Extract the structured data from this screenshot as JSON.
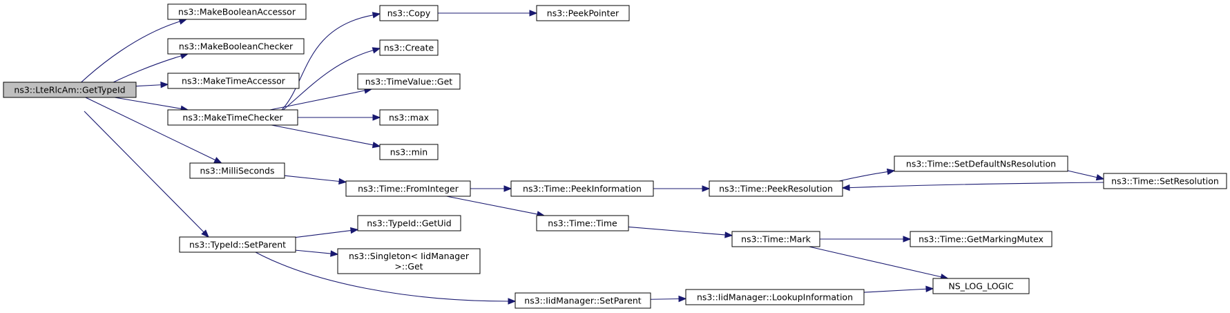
{
  "graph": {
    "nodes": [
      {
        "id": "getTypeId",
        "lines": [
          "ns3::LteRlcAm::GetTypeId"
        ],
        "root": true
      },
      {
        "id": "makeBoolAcc",
        "lines": [
          "ns3::MakeBooleanAccessor"
        ]
      },
      {
        "id": "makeBoolChk",
        "lines": [
          "ns3::MakeBooleanChecker"
        ]
      },
      {
        "id": "makeTimeAcc",
        "lines": [
          "ns3::MakeTimeAccessor"
        ]
      },
      {
        "id": "makeTimeChk",
        "lines": [
          "ns3::MakeTimeChecker"
        ]
      },
      {
        "id": "milliSeconds",
        "lines": [
          "ns3::MilliSeconds"
        ]
      },
      {
        "id": "typeIdSetParent",
        "lines": [
          "ns3::TypeId::SetParent"
        ]
      },
      {
        "id": "copy",
        "lines": [
          "ns3::Copy"
        ]
      },
      {
        "id": "create",
        "lines": [
          "ns3::Create"
        ]
      },
      {
        "id": "timeValueGet",
        "lines": [
          "ns3::TimeValue::Get"
        ]
      },
      {
        "id": "max",
        "lines": [
          "ns3::max"
        ]
      },
      {
        "id": "min",
        "lines": [
          "ns3::min"
        ]
      },
      {
        "id": "peekPointer",
        "lines": [
          "ns3::PeekPointer"
        ]
      },
      {
        "id": "fromInteger",
        "lines": [
          "ns3::Time::FromInteger"
        ]
      },
      {
        "id": "getUid",
        "lines": [
          "ns3::TypeId::GetUid"
        ]
      },
      {
        "id": "singletonGet",
        "lines": [
          "ns3::Singleton< IidManager",
          ">::Get"
        ]
      },
      {
        "id": "iidSetParent",
        "lines": [
          "ns3::IidManager::SetParent"
        ]
      },
      {
        "id": "peekInformation",
        "lines": [
          "ns3::Time::PeekInformation"
        ]
      },
      {
        "id": "timeTime",
        "lines": [
          "ns3::Time::Time"
        ]
      },
      {
        "id": "lookupInformation",
        "lines": [
          "ns3::IidManager::LookupInformation"
        ]
      },
      {
        "id": "peekResolution",
        "lines": [
          "ns3::Time::PeekResolution"
        ]
      },
      {
        "id": "mark",
        "lines": [
          "ns3::Time::Mark"
        ]
      },
      {
        "id": "setDefaultNsRes",
        "lines": [
          "ns3::Time::SetDefaultNsResolution"
        ]
      },
      {
        "id": "getMarkingMutex",
        "lines": [
          "ns3::Time::GetMarkingMutex"
        ]
      },
      {
        "id": "nsLogLogic",
        "lines": [
          "NS_LOG_LOGIC"
        ]
      },
      {
        "id": "setResolution",
        "lines": [
          "ns3::Time::SetResolution"
        ]
      }
    ],
    "edges": [
      {
        "from": "getTypeId",
        "to": "makeBoolAcc"
      },
      {
        "from": "getTypeId",
        "to": "makeBoolChk"
      },
      {
        "from": "getTypeId",
        "to": "makeTimeAcc"
      },
      {
        "from": "getTypeId",
        "to": "makeTimeChk"
      },
      {
        "from": "getTypeId",
        "to": "milliSeconds"
      },
      {
        "from": "getTypeId",
        "to": "typeIdSetParent"
      },
      {
        "from": "makeTimeChk",
        "to": "copy"
      },
      {
        "from": "makeTimeChk",
        "to": "create"
      },
      {
        "from": "makeTimeChk",
        "to": "timeValueGet"
      },
      {
        "from": "makeTimeChk",
        "to": "max"
      },
      {
        "from": "makeTimeChk",
        "to": "min"
      },
      {
        "from": "copy",
        "to": "peekPointer"
      },
      {
        "from": "milliSeconds",
        "to": "fromInteger"
      },
      {
        "from": "fromInteger",
        "to": "peekInformation"
      },
      {
        "from": "fromInteger",
        "to": "timeTime"
      },
      {
        "from": "peekInformation",
        "to": "peekResolution"
      },
      {
        "from": "peekResolution",
        "to": "setDefaultNsRes"
      },
      {
        "from": "setDefaultNsRes",
        "to": "setResolution"
      },
      {
        "from": "setResolution",
        "to": "peekResolution"
      },
      {
        "from": "timeTime",
        "to": "mark"
      },
      {
        "from": "mark",
        "to": "getMarkingMutex"
      },
      {
        "from": "mark",
        "to": "nsLogLogic"
      },
      {
        "from": "typeIdSetParent",
        "to": "getUid"
      },
      {
        "from": "typeIdSetParent",
        "to": "singletonGet"
      },
      {
        "from": "typeIdSetParent",
        "to": "iidSetParent"
      },
      {
        "from": "iidSetParent",
        "to": "lookupInformation"
      },
      {
        "from": "lookupInformation",
        "to": "nsLogLogic"
      }
    ]
  },
  "colors": {
    "edge": "#191970",
    "root_fill": "#bfbfbf",
    "node_fill": "#ffffff",
    "node_border": "#000000"
  }
}
